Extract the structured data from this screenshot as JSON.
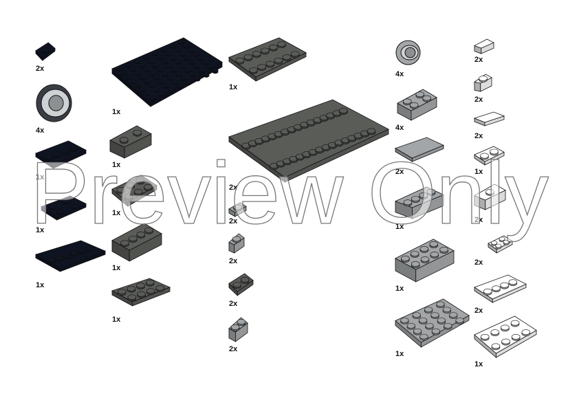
{
  "watermark": "Preview Only",
  "colors": {
    "black": "#0f1422",
    "dark_gray": "#5a5c58",
    "light_gray": "#a3a6a8",
    "white": "#ffffff",
    "outline": "#111111"
  },
  "parts": [
    {
      "qty": "2x",
      "color": "black",
      "kind": "tile 1x1"
    },
    {
      "qty": "4x",
      "color": "white",
      "kind": "tire"
    },
    {
      "qty": "1x",
      "color": "black",
      "kind": "plate 1x4"
    },
    {
      "qty": "1x",
      "color": "black",
      "kind": "wedge plate"
    },
    {
      "qty": "1x",
      "color": "black",
      "kind": "plate 1x6"
    },
    {
      "qty": "1x",
      "color": "black",
      "kind": "plate 8x8"
    },
    {
      "qty": "1x",
      "color": "dark_gray",
      "kind": "slope 2x2"
    },
    {
      "qty": "1x",
      "color": "dark_gray",
      "kind": "plate 2x3"
    },
    {
      "qty": "1x",
      "color": "dark_gray",
      "kind": "brick 1x4"
    },
    {
      "qty": "1x",
      "color": "dark_gray",
      "kind": "plate 2x4"
    },
    {
      "qty": "1x",
      "color": "dark_gray",
      "kind": "plate 2x6"
    },
    {
      "qty": "2x",
      "color": "dark_gray",
      "kind": "plate 2x16"
    },
    {
      "qty": "2x",
      "color": "light_gray",
      "kind": "plate 1x1 clip"
    },
    {
      "qty": "2x",
      "color": "light_gray",
      "kind": "brick 1x1 side stud"
    },
    {
      "qty": "2x",
      "color": "dark_gray",
      "kind": "plate round corner"
    },
    {
      "qty": "2x",
      "color": "light_gray",
      "kind": "brick 1x2 grille"
    },
    {
      "qty": "4x",
      "color": "light_gray",
      "kind": "wheel hub"
    },
    {
      "qty": "4x",
      "color": "light_gray",
      "kind": "brick 2x2 pin"
    },
    {
      "qty": "2x",
      "color": "light_gray",
      "kind": "tile 1x4"
    },
    {
      "qty": "1x",
      "color": "light_gray",
      "kind": "technic brick 1x4"
    },
    {
      "qty": "1x",
      "color": "light_gray",
      "kind": "brick 2x4"
    },
    {
      "qty": "1x",
      "color": "light_gray",
      "kind": "plate 4x4"
    },
    {
      "qty": "2x",
      "color": "white",
      "kind": "slope 1x1"
    },
    {
      "qty": "2x",
      "color": "white",
      "kind": "plate 1x1 clip"
    },
    {
      "qty": "2x",
      "color": "white",
      "kind": "tile 1x2"
    },
    {
      "qty": "1x",
      "color": "white",
      "kind": "plate 1x2"
    },
    {
      "qty": "2x",
      "color": "white",
      "kind": "brick 1x1 studs side"
    },
    {
      "qty": "2x",
      "color": "white",
      "kind": "plate 2x2 corner"
    },
    {
      "qty": "2x",
      "color": "white",
      "kind": "plate 1x4"
    },
    {
      "qty": "1x",
      "color": "white",
      "kind": "plate 2x4"
    }
  ]
}
